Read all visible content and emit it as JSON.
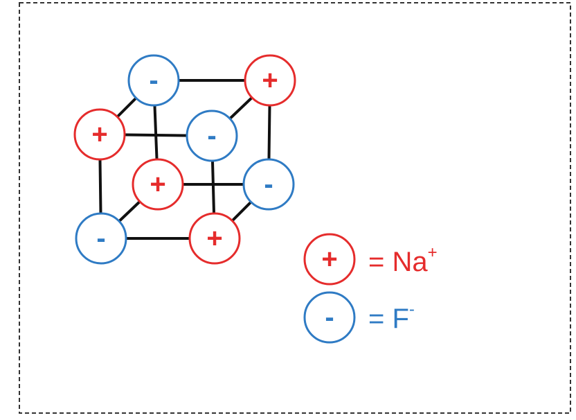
{
  "colors": {
    "cation": "#e52c2c",
    "anion": "#2f7bc4",
    "bond": "#111111",
    "border": "#333333"
  },
  "ions": {
    "cation_sign": "+",
    "anion_sign": "-"
  },
  "lattice": {
    "ions": [
      {
        "id": "back-top-left",
        "type": "anion"
      },
      {
        "id": "back-top-right",
        "type": "cation"
      },
      {
        "id": "front-top-left",
        "type": "cation"
      },
      {
        "id": "front-top-right",
        "type": "anion"
      },
      {
        "id": "back-bottom-left",
        "type": "cation"
      },
      {
        "id": "back-bottom-right",
        "type": "anion"
      },
      {
        "id": "front-bottom-left",
        "type": "anion"
      },
      {
        "id": "front-bottom-right",
        "type": "cation"
      }
    ]
  },
  "legend": {
    "cation": {
      "sign": "+",
      "equals": "= Na",
      "superscript": "+"
    },
    "anion": {
      "sign": "-",
      "equals": "= F",
      "superscript": "-"
    }
  }
}
